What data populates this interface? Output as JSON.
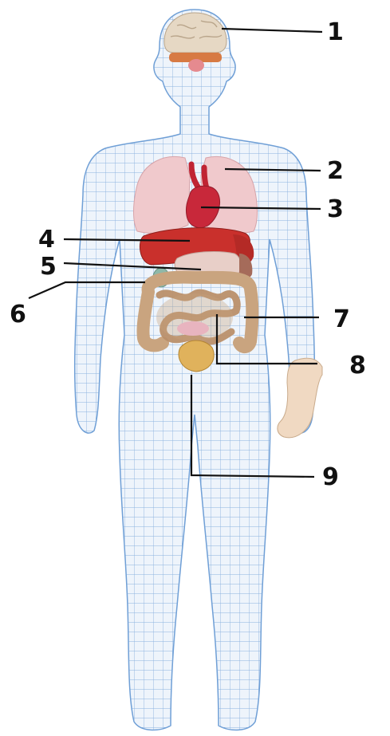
{
  "labels": [
    {
      "num": "1",
      "organ": "brain"
    },
    {
      "num": "2",
      "organ": "lungs"
    },
    {
      "num": "3",
      "organ": "heart"
    },
    {
      "num": "4",
      "organ": "liver"
    },
    {
      "num": "5",
      "organ": "stomach"
    },
    {
      "num": "6",
      "organ": "gallbladder"
    },
    {
      "num": "7",
      "organ": "large-intestine"
    },
    {
      "num": "8",
      "organ": "small-intestine"
    },
    {
      "num": "9",
      "organ": "bladder"
    }
  ],
  "colors": {
    "mesh": "#6f9fd6",
    "mesh_fill": "#eaf2fb",
    "brain": "#e6d8c4",
    "lungs": "#f0c9cc",
    "heart": "#c8283a",
    "liver": "#c9302c",
    "stomach": "#e8cfc8",
    "intestine": "#c9a47f",
    "bladder": "#e0b25c",
    "hand": "#f0d9c2"
  }
}
